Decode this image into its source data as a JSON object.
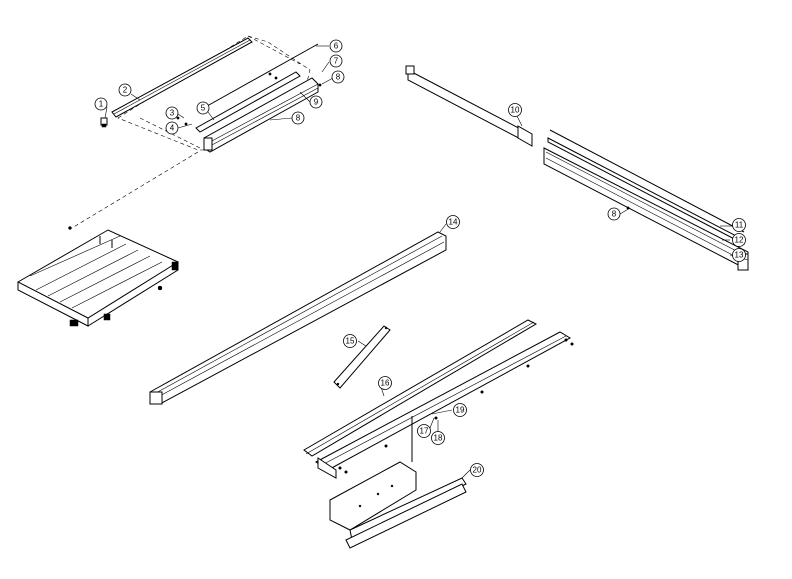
{
  "callouts": {
    "c1": "1",
    "c2": "2",
    "c3": "3",
    "c4": "4",
    "c5": "5",
    "c6": "6",
    "c7": "7",
    "c8a": "8",
    "c8b": "8",
    "c8c": "8",
    "c9": "9",
    "c10": "10",
    "c11": "11",
    "c12": "12",
    "c13": "13",
    "c14": "14",
    "c15": "15",
    "c16": "16",
    "c17": "17",
    "c18": "18",
    "c19": "19",
    "c20": "20"
  }
}
